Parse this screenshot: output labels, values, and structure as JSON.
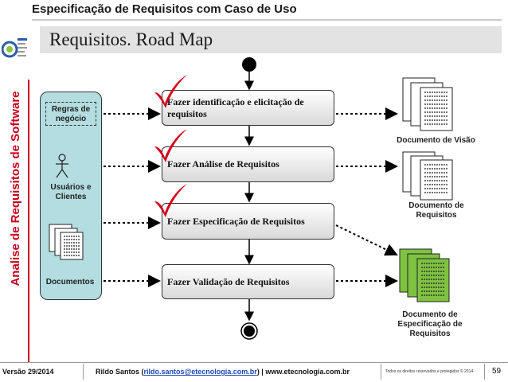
{
  "header": {
    "title": "Especificação de Requisitos com Caso de Uso"
  },
  "sidebar": {
    "vertical_title": "Analise de Requisitos de Software"
  },
  "slide": {
    "subtitle": "Requisitos. Road Map"
  },
  "swimlane": {
    "rules": "Regras de negócio",
    "actor": "Usuários e Clientes",
    "documents": "Documentos"
  },
  "activities": [
    {
      "label": "Fazer identificação e elicitação de requisitos",
      "checked": true
    },
    {
      "label": "Fazer Análise de Requisitos",
      "checked": true
    },
    {
      "label": "Fazer Especificação de Requisitos",
      "checked": true
    },
    {
      "label": "Fazer Validação de Requisitos",
      "checked": false
    }
  ],
  "outputs": [
    {
      "label": "Documento de Visão"
    },
    {
      "label": "Documento de Requisitos"
    },
    {
      "label": "Documento de Especificação de Requisitos"
    }
  ],
  "footer": {
    "version": "Versão 29/2014",
    "author_prefix": "Rildo Santos (",
    "author_email": "rildo.santos@etecnologia.com.br",
    "author_mid": ") | ",
    "author_site": "www.etecnologia.com.br",
    "rights": "Todos os direitos reservados e protegidos © 2014",
    "page": "59"
  },
  "colors": {
    "accent_red": "#c8001e",
    "swimlane_fill": "#b3dde0",
    "spec_doc_fill": "#7fc241",
    "check_red": "#d4001a"
  }
}
